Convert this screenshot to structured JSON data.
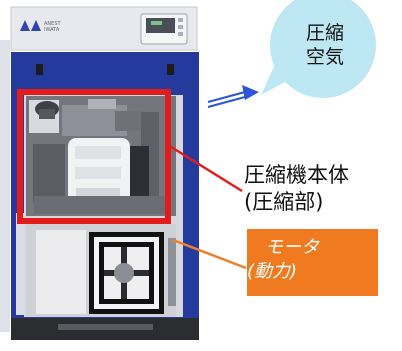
{
  "machine": {
    "brand_lines": [
      "ANEST",
      "IWATA"
    ]
  },
  "labels": {
    "compressed_air_line1": "圧縮",
    "compressed_air_line2": "空気",
    "compressor_body_line1": "圧縮機本体",
    "compressor_body_line2": "(圧縮部)",
    "motor_line1": "モータ",
    "motor_line2": "(動力)"
  },
  "colors": {
    "cabinet_blue": "#253a9d",
    "highlight_red": "#e31b1b",
    "arrow_blue": "#2c55d8",
    "bubble_fill": "#bde8f3",
    "motor_label_fill": "#f07a20",
    "motor_leader": "#ef7f2b"
  }
}
